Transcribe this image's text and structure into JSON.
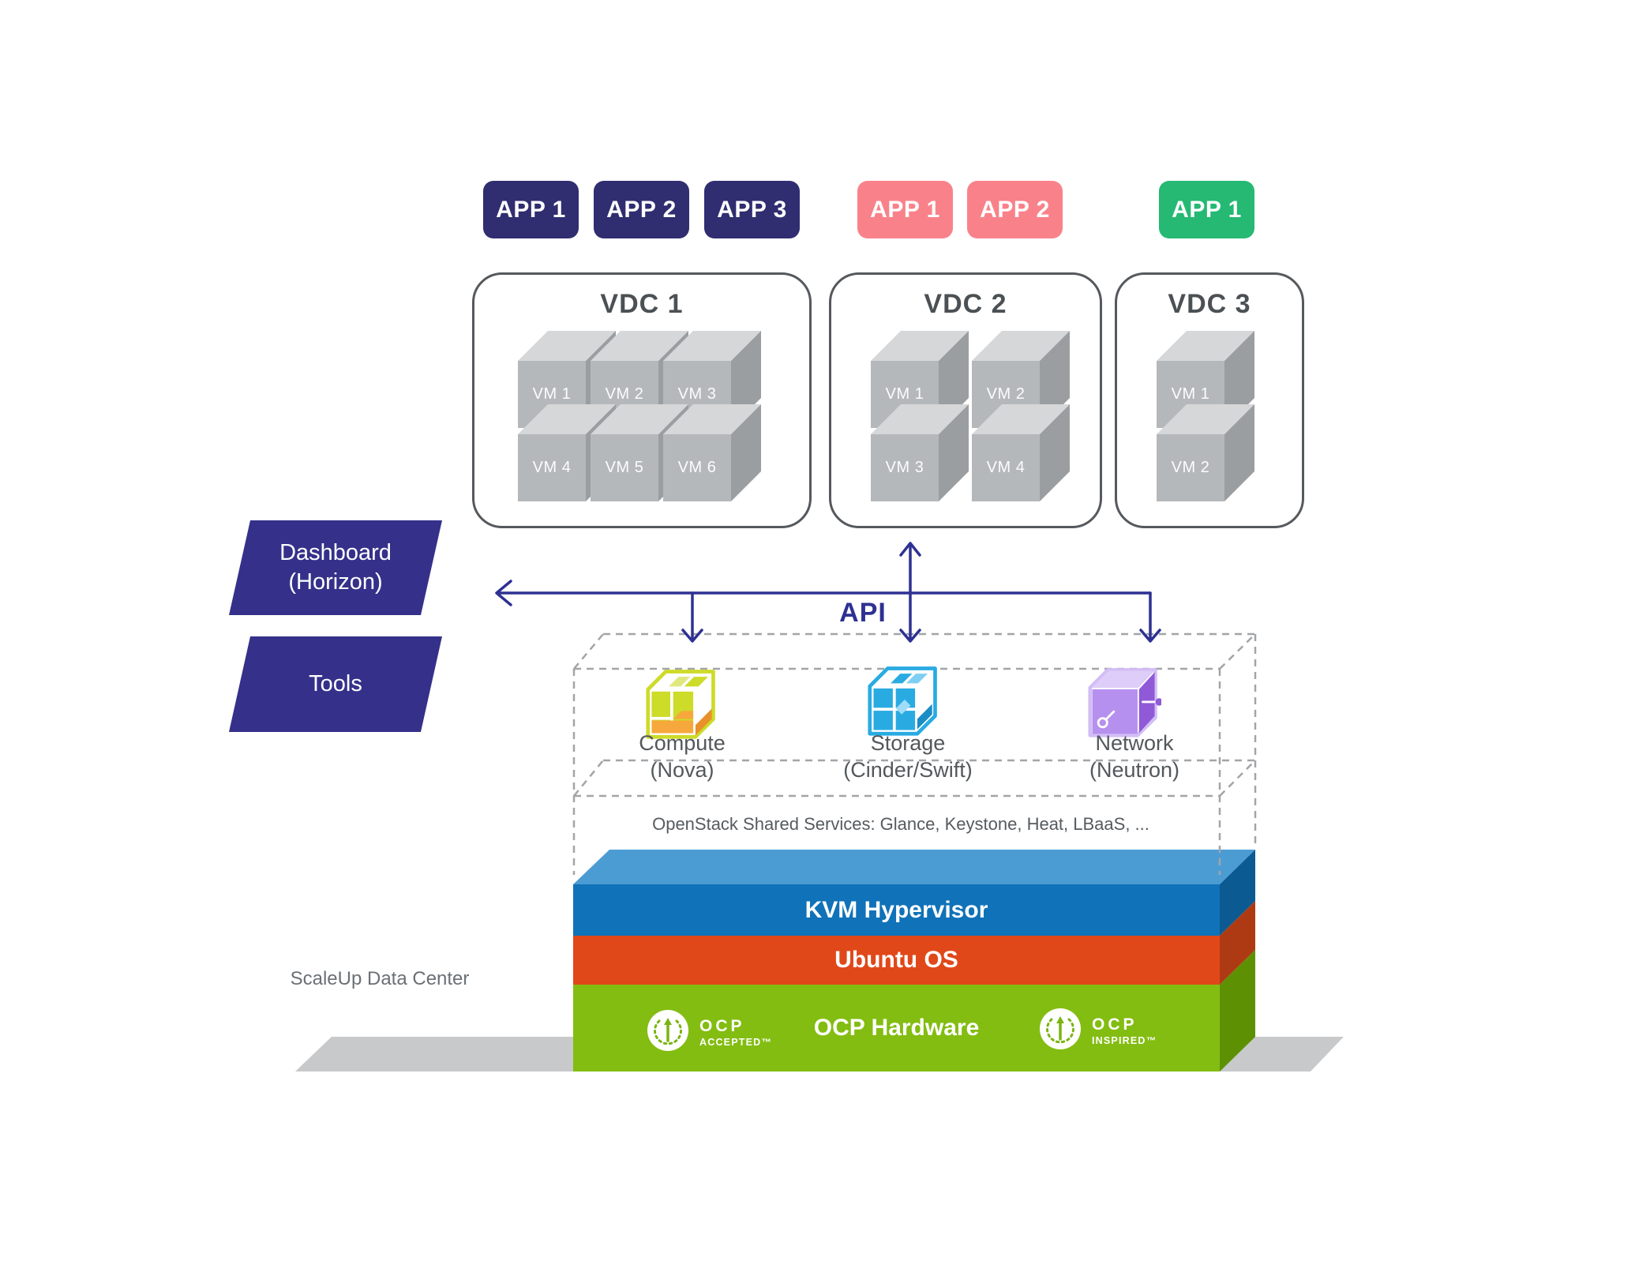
{
  "app_badges": {
    "vdc1": [
      "APP 1",
      "APP 2",
      "APP 3"
    ],
    "vdc2": [
      "APP 1",
      "APP 2"
    ],
    "vdc3": [
      "APP 1"
    ]
  },
  "vdcs": [
    {
      "title": "VDC 1",
      "vms": [
        "VM 1",
        "VM 2",
        "VM 3",
        "VM 4",
        "VM 5",
        "VM 6"
      ]
    },
    {
      "title": "VDC 2",
      "vms": [
        "VM 1",
        "VM 2",
        "VM 3",
        "VM 4"
      ]
    },
    {
      "title": "VDC 3",
      "vms": [
        "VM 1",
        "VM 2"
      ]
    }
  ],
  "side_panels": {
    "dashboard_line1": "Dashboard",
    "dashboard_line2": "(Horizon)",
    "tools": "Tools"
  },
  "api": {
    "label": "API"
  },
  "services": [
    {
      "name": "Compute",
      "sub": "(Nova)",
      "icon": "compute-cube-icon"
    },
    {
      "name": "Storage",
      "sub": "(Cinder/Swift)",
      "icon": "storage-cube-icon"
    },
    {
      "name": "Network",
      "sub": "(Neutron)",
      "icon": "network-cube-icon"
    }
  ],
  "shared_services": {
    "note": "OpenStack Shared Services: Glance, Keystone, Heat, LBaaS, ..."
  },
  "stack": {
    "layers": [
      {
        "label": "KVM Hypervisor"
      },
      {
        "label": "Ubuntu OS"
      },
      {
        "label": "OCP Hardware"
      }
    ]
  },
  "ocp_logos": [
    {
      "title": "OCP",
      "subtitle": "ACCEPTED™",
      "icon": "ocp-accepted-logo"
    },
    {
      "title": "OCP",
      "subtitle": "INSPIRED™",
      "icon": "ocp-inspired-logo"
    }
  ],
  "footer": {
    "label": "ScaleUp Data Center"
  },
  "colors": {
    "accent_indigo": "#2e3192",
    "panel_indigo": "#35318a",
    "badge_navy": "#302d70",
    "badge_pink": "#f9828a",
    "badge_green": "#25b973",
    "stack_top_blue": "#4c9cd4",
    "stack_blue": "#1072b8",
    "stack_blue_side": "#0b5a92",
    "stack_orange": "#e0481a",
    "stack_orange_side": "#ae3a13",
    "stack_green": "#83bd12",
    "stack_green_side": "#5d9103",
    "cube_front": "#b5b8bb",
    "cube_top": "#d5d7d8",
    "cube_side": "#9b9ea1",
    "dash_gray": "#a2a5a8",
    "shadow_gray": "#c7c9cb",
    "compute_icon": "#cddb29",
    "compute_icon_orange": "#f6a83c",
    "storage_icon": "#29abe2",
    "network_icon": "#b690ee"
  }
}
